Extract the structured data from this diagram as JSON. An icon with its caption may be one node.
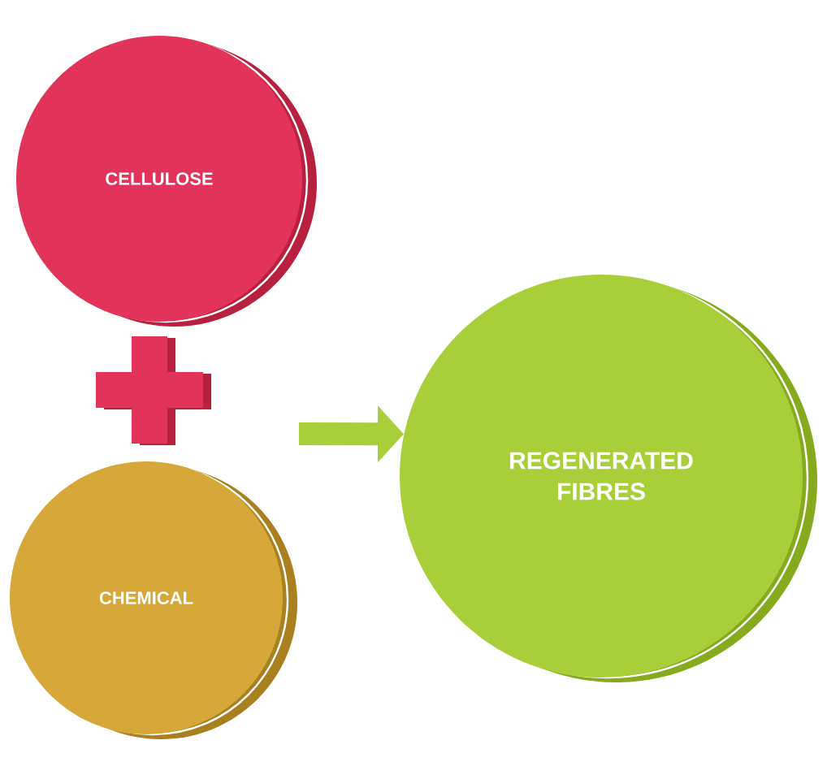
{
  "diagram": {
    "nodes": [
      {
        "text": [
          "CELLULOSE"
        ]
      },
      {
        "text": [
          "CHEMICAL"
        ]
      },
      {
        "text": [
          "REGENERATED FIBRES"
        ]
      }
    ],
    "edges": [
      {
        "from": null,
        "to": 2,
        "arrow": "to"
      }
    ]
  }
}
